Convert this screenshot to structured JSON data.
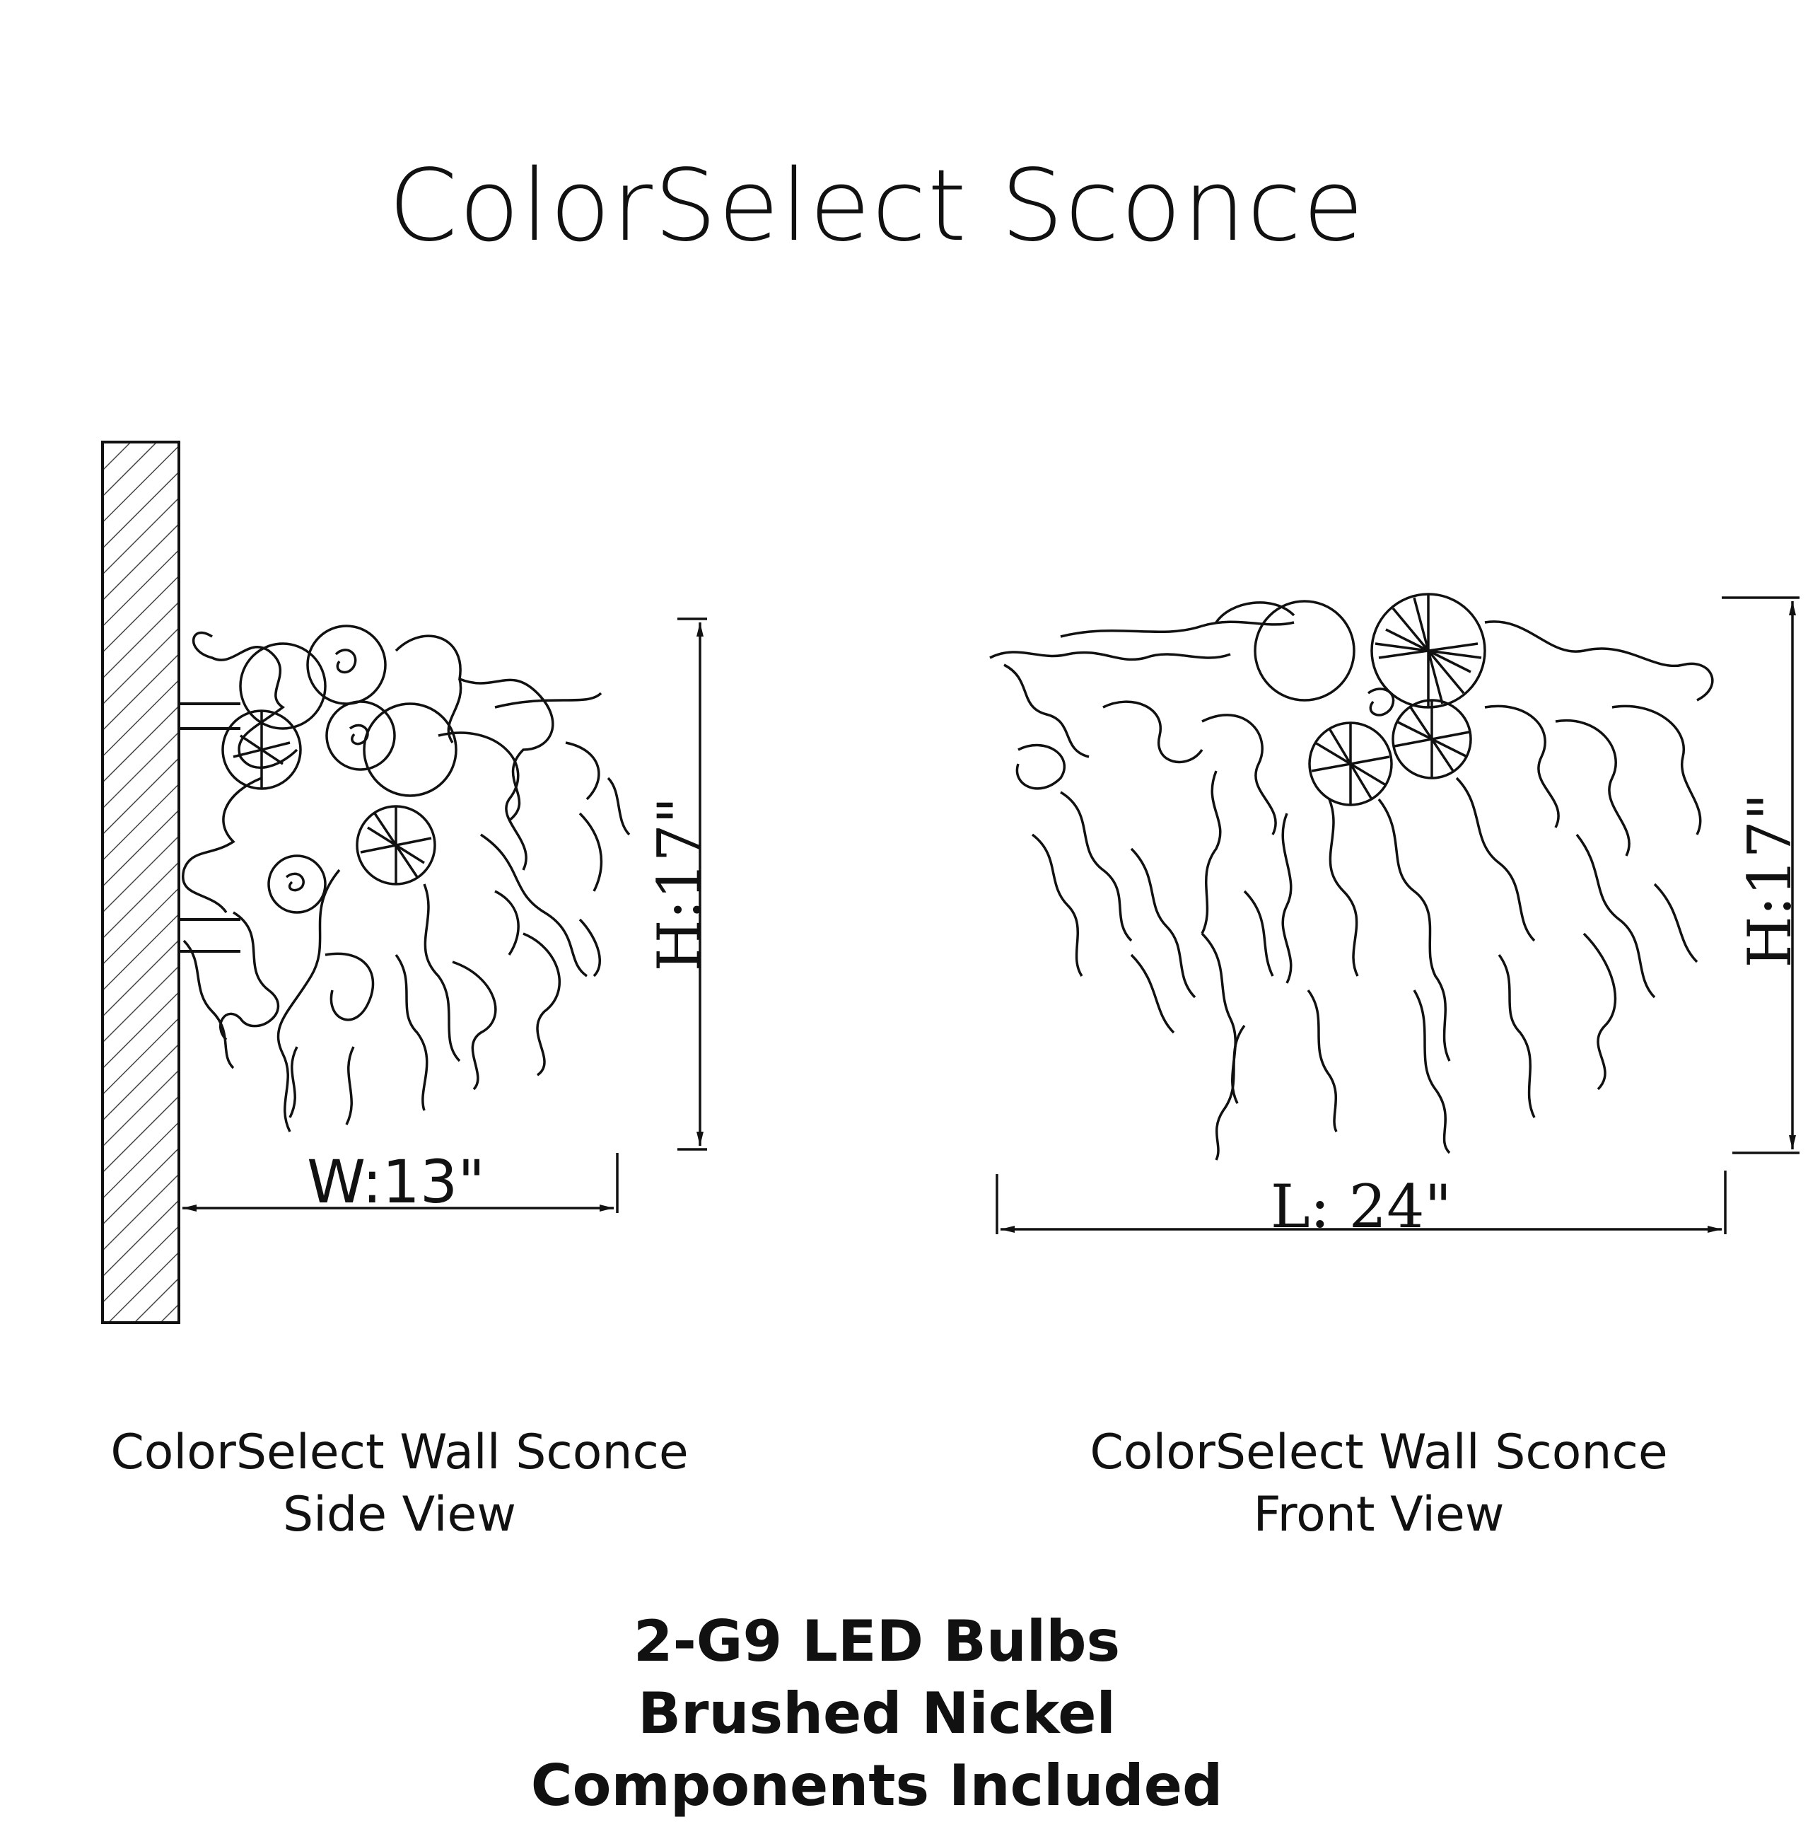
{
  "title": "ColorSelect Sconce",
  "side_view": {
    "caption_line1": "ColorSelect Wall Sconce",
    "caption_line2": "Side View",
    "height_label": "H:17\"",
    "width_label": "W:13\""
  },
  "front_view": {
    "caption_line1": "ColorSelect Wall Sconce",
    "caption_line2": "Front View",
    "height_label": "H:17\"",
    "length_label": "L: 24\""
  },
  "specs": [
    "2-G9 LED Bulbs",
    "Brushed Nickel",
    "Components Included"
  ],
  "colors": {
    "line": "#111111",
    "background": "#ffffff"
  }
}
